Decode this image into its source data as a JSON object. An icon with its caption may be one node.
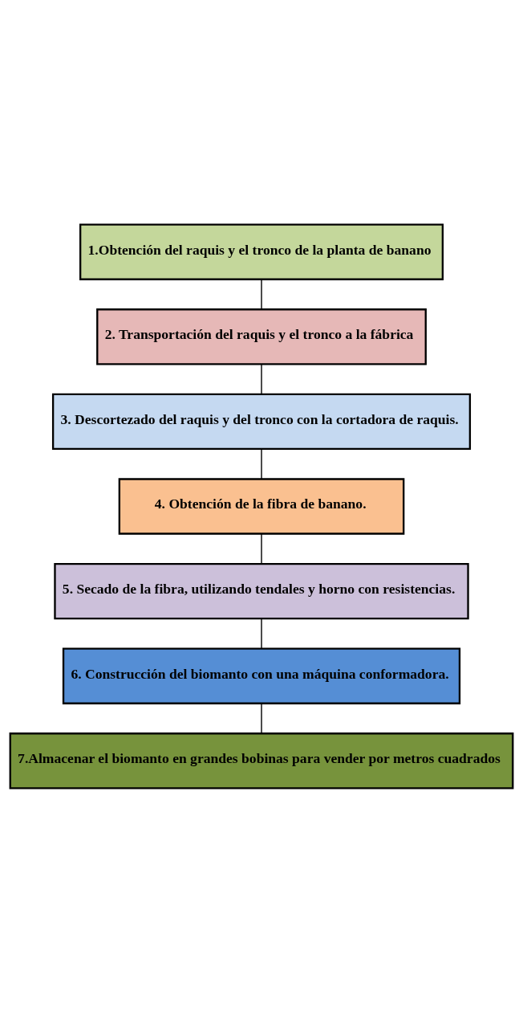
{
  "diagram": {
    "nodes": [
      {
        "text": [
          "1.Obtención del raquis y el tronco de la planta de banano"
        ]
      },
      {
        "text": [
          "2. Transportación del raquis y el tronco a la fábrica"
        ]
      },
      {
        "text": [
          "3. Descortezado del raquis y del tronco con la cortadora de raquis."
        ]
      },
      {
        "text": [
          "4. Obtención de la fibra de banano."
        ]
      },
      {
        "text": [
          "5. Secado de la fibra, utilizando tendales y horno con resistencias."
        ]
      },
      {
        "text": [
          "6. Construcción del biomanto con una máquina conformadora."
        ]
      },
      {
        "text": [
          "7.Almacenar el biomanto en grandes bobinas para vender por metros cuadrados"
        ]
      }
    ],
    "edges": [
      {
        "from": 0,
        "to": 1,
        "arrow": "none"
      },
      {
        "from": 1,
        "to": 2,
        "arrow": "none"
      },
      {
        "from": 2,
        "to": 3,
        "arrow": "none"
      },
      {
        "from": 3,
        "to": 4,
        "arrow": "none"
      },
      {
        "from": 4,
        "to": 5,
        "arrow": "none"
      },
      {
        "from": 5,
        "to": 6,
        "arrow": "none"
      }
    ]
  }
}
